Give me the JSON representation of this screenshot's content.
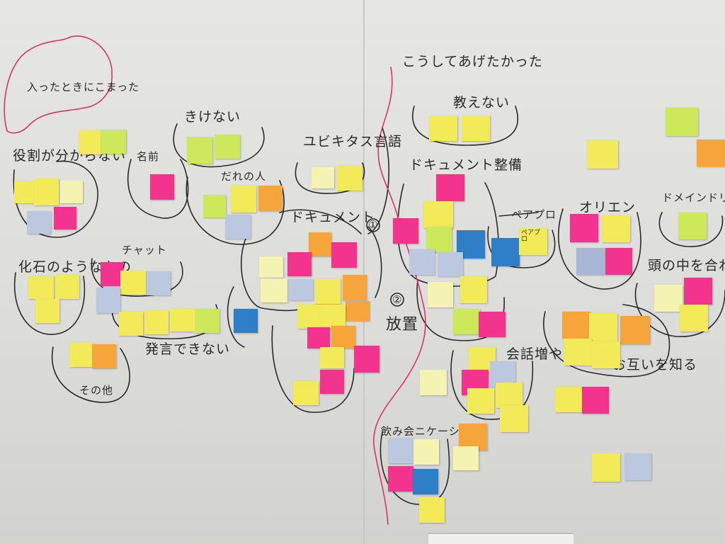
{
  "board": {
    "headings": {
      "h_entry": "入ったときにこまった",
      "h_role": "役割が分からない",
      "h_name": "名前",
      "h_ask": "きけない",
      "h_person": "だれの人",
      "h_yugi": "ユビキタス言語",
      "h_doc": "ドキュメント",
      "h_chat": "チャット",
      "h_fossil": "化石のようなもの",
      "h_hard": "発言できない",
      "h_other": "その他",
      "h_how": "こうしてあげたかった",
      "h_teach": "教えない",
      "h_docmaint": "ドキュメント整備",
      "h_pair": "ペアプロ",
      "h_orient": "オリエン",
      "h_ddd": "ドメインドリブン",
      "h_head": "頭の中を合わせよう",
      "h_houchi": "放置",
      "h_kaiwa": "会話増やす",
      "h_comm": "飲み会ニケーション",
      "h_otagai": "お互いを知る",
      "num_1": "①",
      "num_2": "②"
    },
    "notes_text": {
      "n_pair": "ペアプロ"
    },
    "colors": {
      "yellow": "#f3ea5a",
      "pink": "#f2348f",
      "orange": "#f6a53a",
      "green": "#cde85a",
      "blue": "#2f7fc8",
      "lavender": "#a9b6d6",
      "cream": "#f5f3b2",
      "marker_red": "#d9346a",
      "marker_black": "#2a2a2a"
    }
  }
}
